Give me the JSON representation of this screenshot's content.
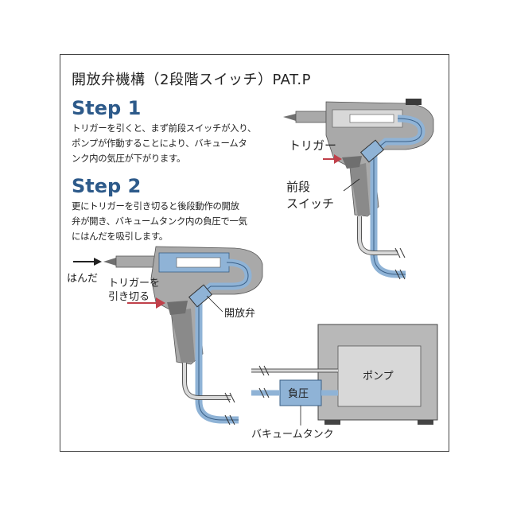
{
  "title": "開放弁機構（2段階スイッチ）PAT.P",
  "step1": {
    "heading": "Step 1",
    "lines": [
      "トリガーを引くと、まず前段スイッチが入り、",
      "ポンプが作動することにより、バキュームタ",
      "ンク内の気圧が下がります。"
    ]
  },
  "step2": {
    "heading": "Step 2",
    "lines": [
      "更にトリガーを引き切ると後段動作の開放",
      "弁が開き、バキュームタンク内の負圧で一気",
      "にはんだを吸引します。"
    ]
  },
  "labels": {
    "trigger": "トリガー",
    "front_switch_1": "前段",
    "front_switch_2": "スイッチ",
    "solder": "はんだ",
    "pull_trigger_1": "トリガーを",
    "pull_trigger_2": "引き切る",
    "open_valve": "開放弁",
    "pump": "ポンプ",
    "negative_pressure": "負圧",
    "vacuum_tank": "バキュームタンク"
  },
  "colors": {
    "heading": "#2d5a8a",
    "gun_body": "#a9a9a9",
    "gun_dark": "#6f6f6f",
    "air_path": "#8fb3d6",
    "arrow_red": "#c0404a",
    "pump_box": "#b8b8b8"
  }
}
